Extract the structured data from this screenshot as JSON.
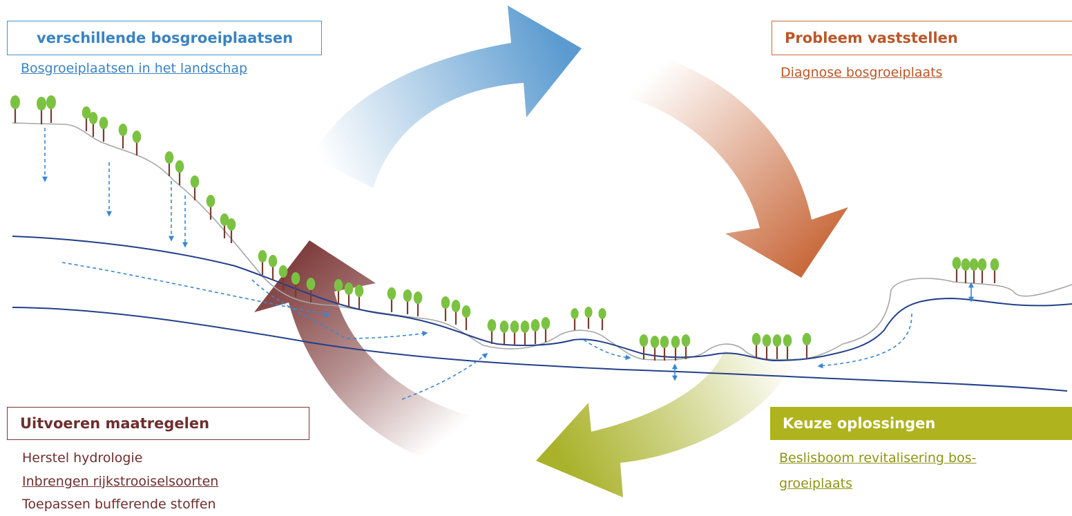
{
  "top_left": {
    "title": "verschillende bosgroeiplaatsen",
    "link": "Bosgroeiplaatsen in het landschap"
  },
  "top_right": {
    "title": "Probleem vaststellen",
    "link": "Diagnose bosgroeiplaats"
  },
  "bottom_left": {
    "title": "Uitvoeren maatregelen",
    "items": [
      "Herstel hydrologie",
      "Inbrengen rijkstrooiselsoorten",
      "Toepassen bufferende stoffen"
    ]
  },
  "bottom_right": {
    "title": "Keuze oplossingen",
    "link_line1": "Beslisboom revitalisering bos-",
    "link_line2": "groeiplaats"
  },
  "colors": {
    "blue": "#3a83c2",
    "orange": "#b9572a",
    "maroon": "#6e2e2e",
    "olive": "#afb31e",
    "tree_canopy": "#7cc242",
    "tree_trunk": "#7a3b2e",
    "groundwater": "#233f8a",
    "terrain": "#a6a6a6",
    "flow": "#3a86d1"
  },
  "icons": [
    "cycle-arrow-blue-icon",
    "cycle-arrow-orange-icon",
    "cycle-arrow-olive-icon",
    "cycle-arrow-maroon-icon",
    "tree-icon"
  ]
}
